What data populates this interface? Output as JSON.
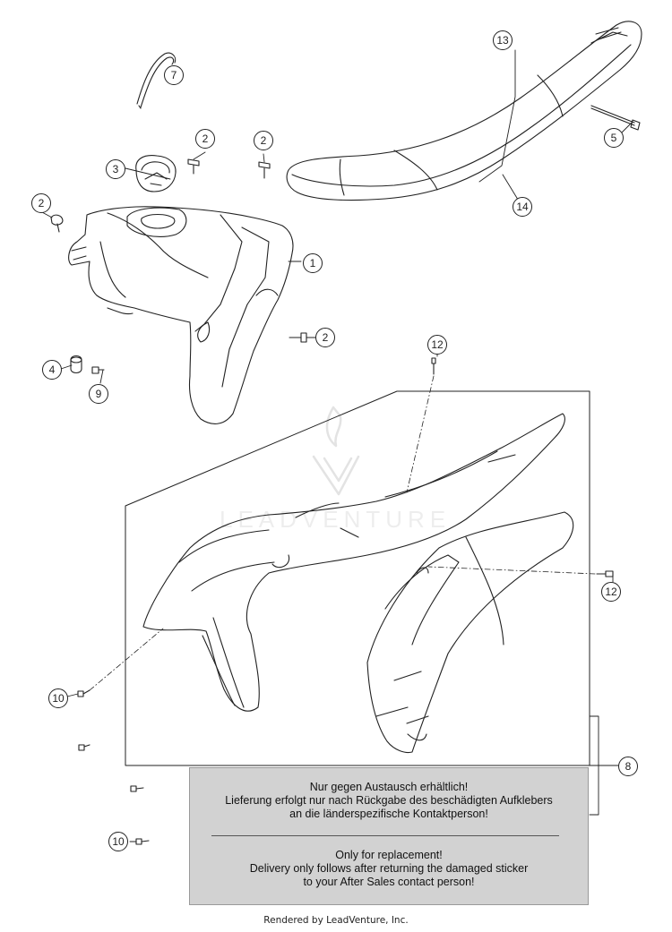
{
  "colors": {
    "line": "#222222",
    "note_bg": "#d2d2d2",
    "watermark": "#ebebeb"
  },
  "watermark": {
    "text": "LEADVENTURE"
  },
  "callouts": [
    "1",
    "2",
    "2",
    "2",
    "2",
    "3",
    "4",
    "5",
    "7",
    "8",
    "9",
    "10",
    "10",
    "12",
    "12",
    "13",
    "14"
  ],
  "parts": {
    "fuel_tank": "1",
    "bolt_top_left": "2",
    "bolt_top_right": "2",
    "bolt_left": "2",
    "bolt_tank_side": "2",
    "filler_cap": "3",
    "bushing": "4",
    "seat_bolt": "5",
    "vent_hose": "7",
    "decal_kit": "8",
    "screw_small": "9",
    "screw_mid": "10",
    "screw_low": "10",
    "screw_top": "12",
    "screw_right": "12",
    "seat": "13",
    "seat_cover": "14"
  },
  "note": {
    "de_line1": "Nur gegen Austausch erhältlich!",
    "de_line2": "Lieferung erfolgt nur nach Rückgabe des beschädigten Aufklebers",
    "de_line3": "an die länderspezifische Kontaktperson!",
    "en_line1": "Only for replacement!",
    "en_line2": "Delivery only follows after returning the damaged sticker",
    "en_line3": "to your After Sales contact person!"
  },
  "footer": "Rendered by LeadVenture, Inc."
}
